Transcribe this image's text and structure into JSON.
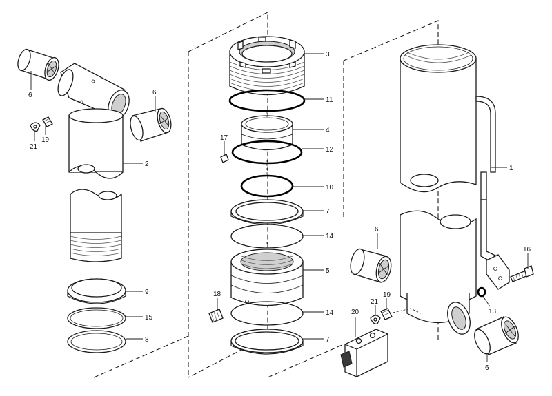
{
  "callouts": [
    {
      "id": "c-6-top-left",
      "label": "6"
    },
    {
      "id": "c-6-left",
      "label": "6"
    },
    {
      "id": "c-21-left",
      "label": "21"
    },
    {
      "id": "c-19-left",
      "label": "19"
    },
    {
      "id": "c-2",
      "label": "2"
    },
    {
      "id": "c-9",
      "label": "9"
    },
    {
      "id": "c-15",
      "label": "15"
    },
    {
      "id": "c-8",
      "label": "8"
    },
    {
      "id": "c-3",
      "label": "3"
    },
    {
      "id": "c-11",
      "label": "11"
    },
    {
      "id": "c-4",
      "label": "4"
    },
    {
      "id": "c-17",
      "label": "17"
    },
    {
      "id": "c-12",
      "label": "12"
    },
    {
      "id": "c-10",
      "label": "10"
    },
    {
      "id": "c-7-upper",
      "label": "7"
    },
    {
      "id": "c-14-upper",
      "label": "14"
    },
    {
      "id": "c-5",
      "label": "5"
    },
    {
      "id": "c-18",
      "label": "18"
    },
    {
      "id": "c-14-lower",
      "label": "14"
    },
    {
      "id": "c-7-lower",
      "label": "7"
    },
    {
      "id": "c-1",
      "label": "1"
    },
    {
      "id": "c-6-right-upper",
      "label": "6"
    },
    {
      "id": "c-16",
      "label": "16"
    },
    {
      "id": "c-21-right",
      "label": "21"
    },
    {
      "id": "c-19-right",
      "label": "19"
    },
    {
      "id": "c-13",
      "label": "13"
    },
    {
      "id": "c-20",
      "label": "20"
    },
    {
      "id": "c-6-right-lower",
      "label": "6"
    }
  ]
}
